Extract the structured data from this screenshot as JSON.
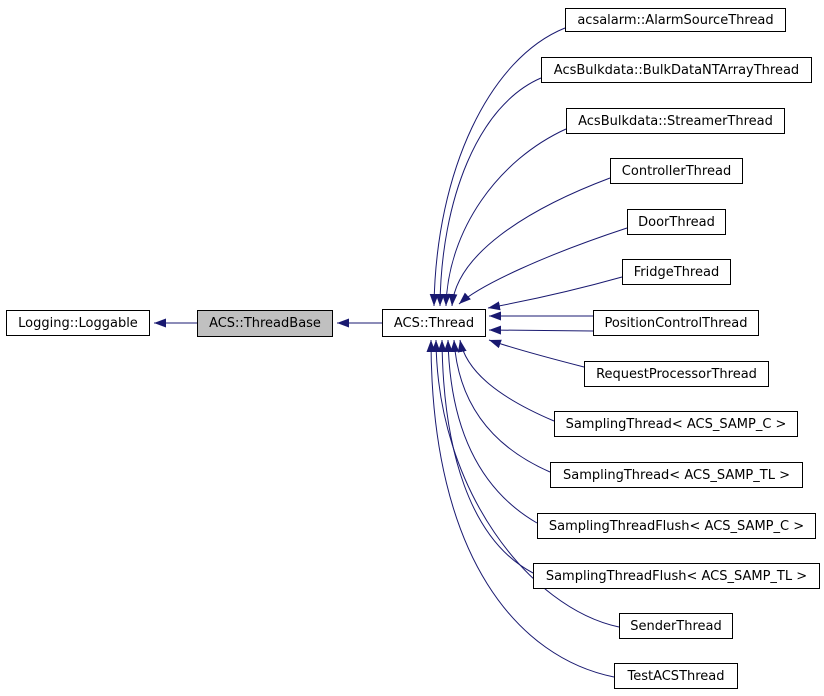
{
  "diagram": {
    "kind": "class-inheritance-graph",
    "colors": {
      "edge": "#191970",
      "box_border": "#000000",
      "box_background": "#ffffff",
      "highlight_background": "#c0c0c0",
      "text": "#000000"
    },
    "highlighted_node": "ACS::ThreadBase",
    "nodes": [
      {
        "id": "logging-loggable",
        "label": "Logging::Loggable"
      },
      {
        "id": "acs-threadbase",
        "label": "ACS::ThreadBase"
      },
      {
        "id": "acs-thread",
        "label": "ACS::Thread"
      },
      {
        "id": "acsalarm-alarmsourcethread",
        "label": "acsalarm::AlarmSourceThread"
      },
      {
        "id": "acsbulkdata-bulkdatantarraythread",
        "label": "AcsBulkdata::BulkDataNTArrayThread"
      },
      {
        "id": "acsbulkdata-streamerthread",
        "label": "AcsBulkdata::StreamerThread"
      },
      {
        "id": "controllerthread",
        "label": "ControllerThread"
      },
      {
        "id": "doorthread",
        "label": "DoorThread"
      },
      {
        "id": "fridgethread",
        "label": "FridgeThread"
      },
      {
        "id": "positioncontrolthread",
        "label": "PositionControlThread"
      },
      {
        "id": "requestprocessorthread",
        "label": "RequestProcessorThread"
      },
      {
        "id": "samplingthread-acs-samp-c",
        "label": "SamplingThread< ACS_SAMP_C >"
      },
      {
        "id": "samplingthread-acs-samp-tl",
        "label": "SamplingThread< ACS_SAMP_TL >"
      },
      {
        "id": "samplingthreadflush-acs-samp-c",
        "label": "SamplingThreadFlush< ACS_SAMP_C >"
      },
      {
        "id": "samplingthreadflush-acs-samp-tl",
        "label": "SamplingThreadFlush< ACS_SAMP_TL >"
      },
      {
        "id": "senderthread",
        "label": "SenderThread"
      },
      {
        "id": "testacsthread",
        "label": "TestACSThread"
      }
    ],
    "relations": [
      {
        "from": "ACS::ThreadBase",
        "to": "Logging::Loggable"
      },
      {
        "from": "ACS::Thread",
        "to": "ACS::ThreadBase"
      },
      {
        "from": "acsalarm::AlarmSourceThread",
        "to": "ACS::Thread"
      },
      {
        "from": "AcsBulkdata::BulkDataNTArrayThread",
        "to": "ACS::Thread"
      },
      {
        "from": "AcsBulkdata::StreamerThread",
        "to": "ACS::Thread"
      },
      {
        "from": "ControllerThread",
        "to": "ACS::Thread"
      },
      {
        "from": "DoorThread",
        "to": "ACS::Thread"
      },
      {
        "from": "FridgeThread",
        "to": "ACS::Thread"
      },
      {
        "from": "PositionControlThread",
        "to": "ACS::Thread"
      },
      {
        "from": "PositionControlThread",
        "to": "ACS::Thread"
      },
      {
        "from": "RequestProcessorThread",
        "to": "ACS::Thread"
      },
      {
        "from": "SamplingThread< ACS_SAMP_C >",
        "to": "ACS::Thread"
      },
      {
        "from": "SamplingThread< ACS_SAMP_TL >",
        "to": "ACS::Thread"
      },
      {
        "from": "SamplingThreadFlush< ACS_SAMP_C >",
        "to": "ACS::Thread"
      },
      {
        "from": "SamplingThreadFlush< ACS_SAMP_TL >",
        "to": "ACS::Thread"
      },
      {
        "from": "SenderThread",
        "to": "ACS::Thread"
      },
      {
        "from": "TestACSThread",
        "to": "ACS::Thread"
      }
    ]
  }
}
